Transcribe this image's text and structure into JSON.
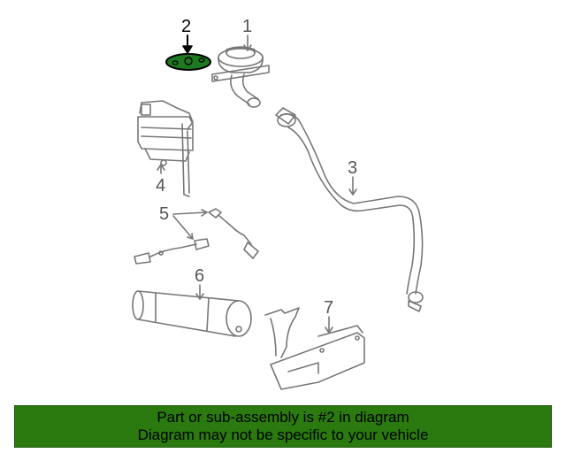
{
  "diagram": {
    "callouts": {
      "c1": "1",
      "c2": "2",
      "c3": "3",
      "c4": "4",
      "c5": "5",
      "c6": "6",
      "c7": "7"
    },
    "highlighted_part": "2",
    "highlight_color": "#1e7a1e",
    "line_color": "#777777"
  },
  "banner": {
    "line1": "Part or sub-assembly is #2 in diagram",
    "line2": "Diagram may not be specific to your vehicle",
    "background_color": "#2a7a0f"
  }
}
